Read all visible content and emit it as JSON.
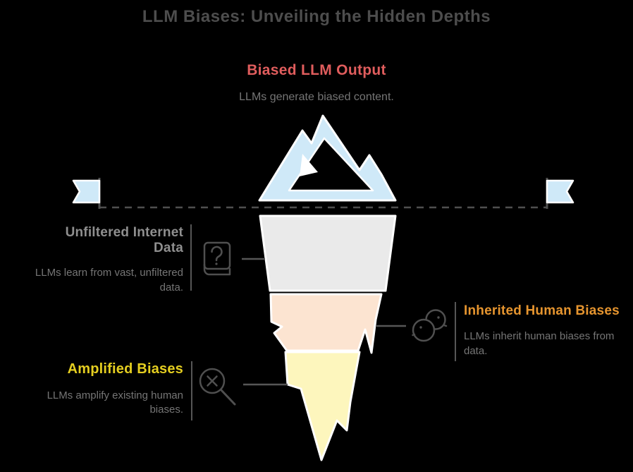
{
  "title": "LLM Biases: Unveiling the Hidden Depths",
  "surface": {
    "heading": "Biased LLM Output",
    "description": "LLMs generate biased content.",
    "color": "#e05d5d"
  },
  "sections": [
    {
      "id": "unfiltered-internet-data",
      "heading": "Unfiltered Internet Data",
      "description": "LLMs learn from vast, unfiltered data.",
      "color": "#8f8f8f",
      "layer_color": "#eaeaea",
      "icon": "book-question-icon"
    },
    {
      "id": "inherited-human-biases",
      "heading": "Inherited Human Biases",
      "description": "LLMs inherit human biases from data.",
      "color": "#e6952f",
      "layer_color": "#fce4d1",
      "icon": "two-heads-icon"
    },
    {
      "id": "amplified-biases",
      "heading": "Amplified Biases",
      "description": "LLMs amplify existing human biases.",
      "color": "#e5ce20",
      "layer_color": "#fdf6bd",
      "icon": "magnifier-x-icon"
    }
  ],
  "iceberg": {
    "peak_icon": "mountain-icon",
    "flag_icon": "flag-icon",
    "peak_color": "#cfe9f8",
    "flag_color": "#cfe9f8",
    "outline_color": "#ffffff",
    "waterline_color": "#4f4f4f",
    "title_color": "#4d4d4d",
    "body_text_color": "#757575",
    "icon_stroke_color": "#4f4f4f",
    "background_color": "#000000"
  }
}
